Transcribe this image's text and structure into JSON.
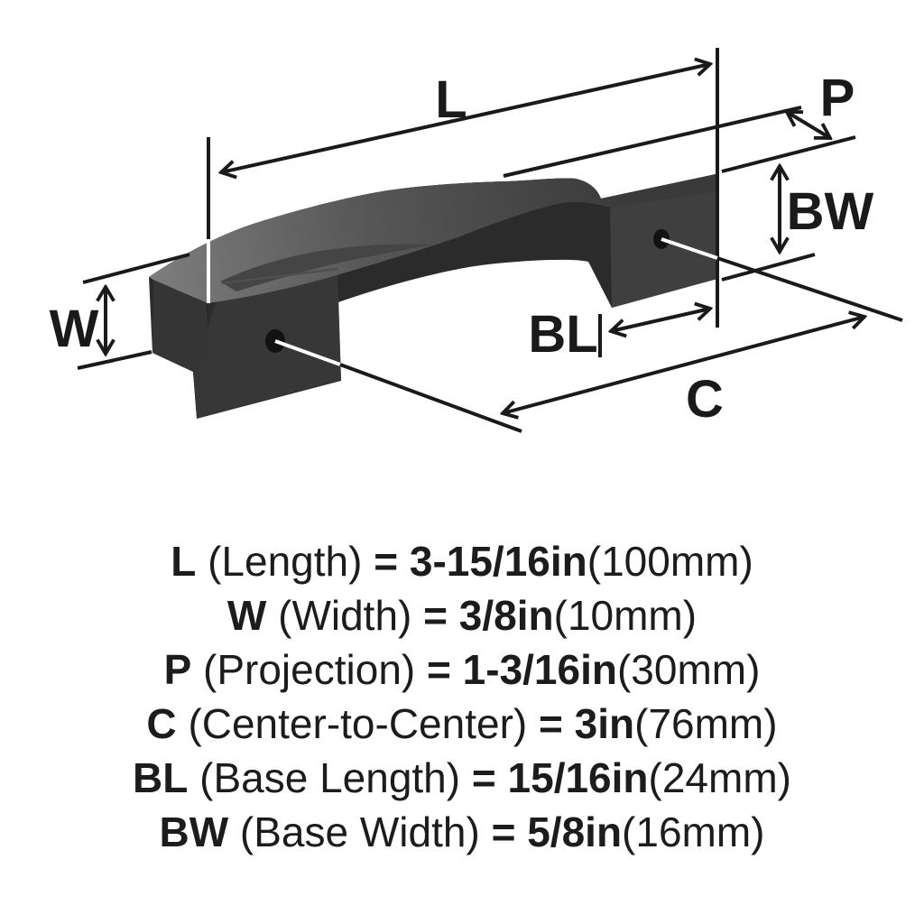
{
  "diagram": {
    "labels": {
      "length": "L",
      "projection": "P",
      "base_width": "BW",
      "width": "W",
      "base_length": "BL",
      "center_to_center": "C"
    }
  },
  "specs": [
    {
      "code": "L",
      "name": "(Length)",
      "equals": "=",
      "value": "3-15/16in",
      "metric": "(100mm)"
    },
    {
      "code": "W",
      "name": "(Width)",
      "equals": "=",
      "value": "3/8in",
      "metric": "(10mm)"
    },
    {
      "code": "P",
      "name": "(Projection)",
      "equals": "=",
      "value": "1-3/16in",
      "metric": "(30mm)"
    },
    {
      "code": "C",
      "name": "(Center-to-Center)",
      "equals": "=",
      "value": "3in",
      "metric": "(76mm)"
    },
    {
      "code": "BL",
      "name": "(Base Length)",
      "equals": "=",
      "value": "15/16in",
      "metric": "(24mm)"
    },
    {
      "code": "BW",
      "name": "(Base Width)",
      "equals": "=",
      "value": "5/8in",
      "metric": "(16mm)"
    }
  ],
  "colors": {
    "line": "#1a1a1a",
    "handle_body": "#2b2b2b",
    "handle_top": "#6e6e6e",
    "background": "#ffffff"
  }
}
